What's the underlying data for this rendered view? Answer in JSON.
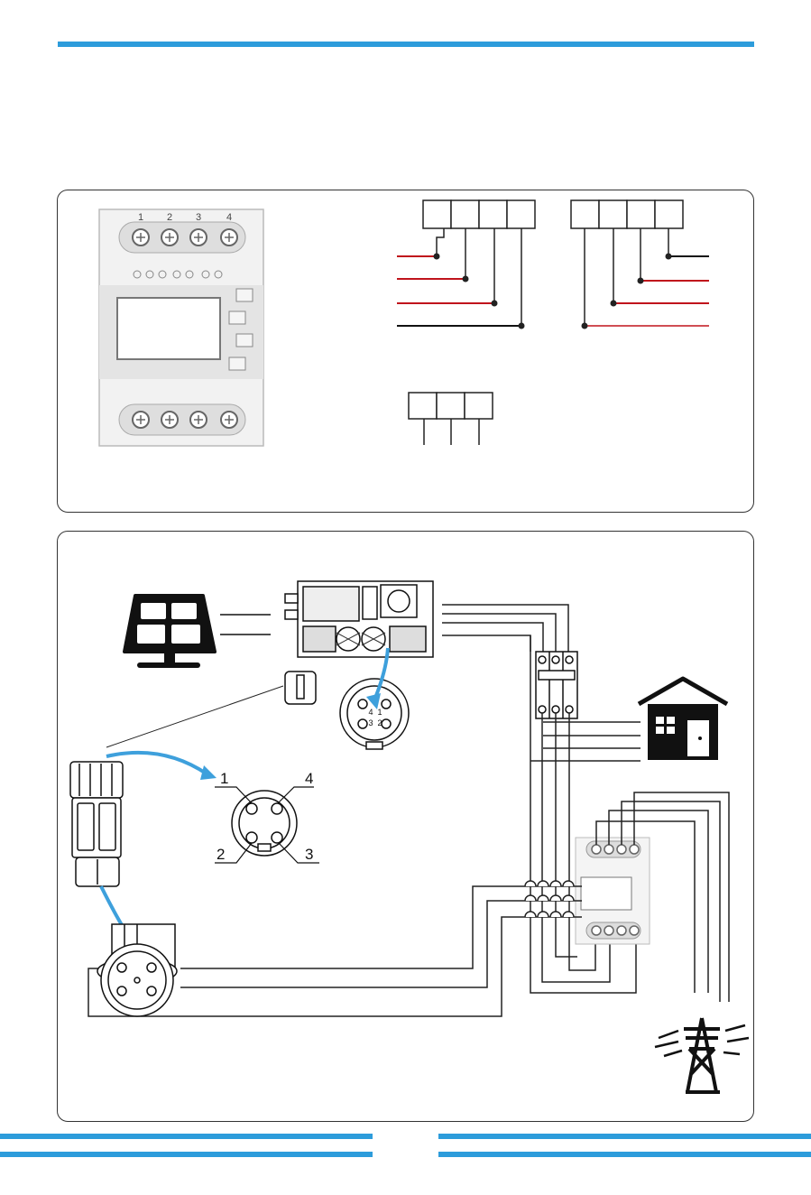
{
  "meter": {
    "top_terminals": [
      "1",
      "2",
      "3",
      "4"
    ]
  },
  "connector": {
    "pins": [
      "1",
      "4",
      "2",
      "3"
    ],
    "inverter_port_pins": [
      "4",
      "1",
      "3",
      "2"
    ]
  },
  "colors": {
    "accent": "#2d9cdb",
    "phase_wire": "#c0141c",
    "neutral_wire": "#111111",
    "lines": "#333333"
  },
  "icons": [
    "solar-panel-icon",
    "house-icon",
    "power-tower-icon",
    "meter-icon",
    "inverter-icon",
    "breaker-icon",
    "connector-icon"
  ]
}
